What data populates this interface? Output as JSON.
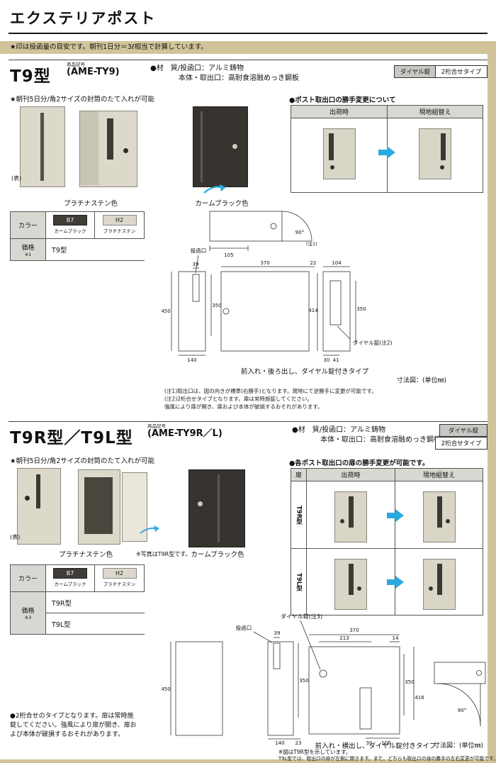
{
  "page": {
    "title": "エクステリアポスト",
    "note": "★印は投函量の目安です。朝刊1日分＝3ℓ相当で計算しています。"
  },
  "s1": {
    "code_label": "商品記号",
    "model": "T9型",
    "code": "(AME-TY9)",
    "mat1": "●材　質/投函口：アルミ鋳物",
    "mat2": "本体・取出口：高耐食溶融めっき鋼板",
    "tag_dial": "ダイヤル錠",
    "tag_type": "2桁合せタイプ",
    "feature": "★朝刊5日分/角2サイズの封筒のたて入れが可能",
    "front": "(表)",
    "platinum": "プラチナステン色",
    "black": "カームブラック色",
    "handing": {
      "title": "●ポスト取出口の勝手変更について",
      "ship": "出荷時",
      "site": "現地組替え"
    },
    "table": {
      "color": "カラー",
      "b7": "B7",
      "b7name": "カームブラック",
      "h2": "H2",
      "h2name": "プラチナステン",
      "price": "価格",
      "pnote": "※1",
      "row1": "T9型"
    },
    "dg": {
      "slot": "投函口",
      "dial": "ダイヤル錠(注2)",
      "note1": "(注1)",
      "d105": "105",
      "d90": "90°",
      "d39": "39",
      "d450": "450",
      "d350l": "350",
      "d140": "140",
      "d370": "370",
      "d22": "22",
      "d104": "104",
      "d414": "414",
      "d350r": "350",
      "d30": "30",
      "d41": "41",
      "caption": "前入れ・後ろ出し、ダイヤル錠付きタイプ",
      "unit": "寸法図：(単位㎜)"
    },
    "notes": [
      "(注1)取出口は、図の向きが標準(右勝手)となります。現地にて逆勝手に変更が可能です。",
      "(注2)2桁合せタイプとなります。扉は常時施錠してください。",
      "強風により扉が開き、扉および本体が破損するおそれがあります。"
    ]
  },
  "s2": {
    "code_label": "商品記号",
    "model": "T9R型／T9L型",
    "code": "(AME-TY9R／L)",
    "mat1": "●材　質/投函口：アルミ鋳物",
    "mat2": "本体・取出口：高耐食溶融めっき鋼板",
    "tag_dial": "ダイヤル錠",
    "tag_type": "2桁合せタイプ",
    "feature": "★朝刊5日分/角2サイズの封筒のたて入れが可能",
    "front": "(表)",
    "platinum": "プラチナステン色",
    "photo_note": "※写真はT9R型です。",
    "black": "カームブラック色",
    "handing": {
      "title": "●各ポスト取出口の扉の勝手変更が可能です。",
      "door": "扉",
      "ship": "出荷時",
      "site": "現地組替え",
      "rowR": "T9R型",
      "rowL": "T9L型"
    },
    "table": {
      "color": "カラー",
      "b7": "B7",
      "b7name": "カームブラック",
      "h2": "H2",
      "h2name": "プラチナステン",
      "price": "価格",
      "pnote": "※3",
      "row1": "T9R型",
      "row2": "T9L型"
    },
    "dg": {
      "slot": "投函口",
      "dial": "ダイヤル錠(注3)",
      "d39": "39",
      "d450": "450",
      "d350l": "350",
      "d140": "140",
      "d23": "23",
      "d370": "370",
      "d213": "213",
      "d14": "14",
      "d350r": "350",
      "d416": "416",
      "d30": "30",
      "d106": "106",
      "d90": "90°",
      "caption": "前入れ・横出し、ダイヤル錠付きタイプ",
      "unit": "寸法図：(単位㎜)"
    },
    "note_left": "●2桁合せのタイプとなります。扉は常時施錠してください。強風により扉が開き、扉および本体が破損するおそれがあります。",
    "note_r1": "※図はT9R型を示しています。",
    "note_r2": "T9L型では、取出口の扉が左側に開きます。また、どちらも取出口の扉の勝手の左右変更が可能です。"
  }
}
